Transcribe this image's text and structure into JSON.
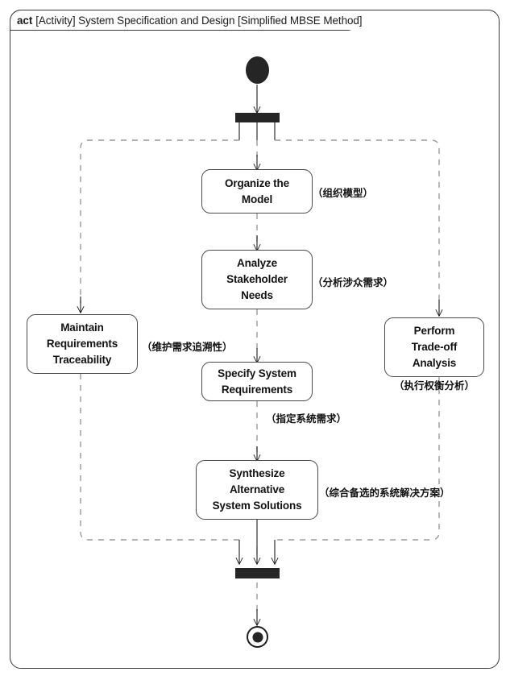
{
  "diagram": {
    "kind_keyword": "act",
    "title": "[Activity] System Specification and Design [Simplified MBSE Method]",
    "type": "uml-activity-diagram",
    "colors": {
      "frame_border": "#3a3a3a",
      "node_border": "#4a4a4a",
      "node_fill": "#ffffff",
      "control_node_fill": "#252525",
      "solid_edge": "#1d1d1d",
      "dashed_edge": "#9a9a9a",
      "text": "#121212"
    }
  },
  "control_nodes": [
    {
      "id": "initial",
      "name": "initial-node",
      "label": ""
    },
    {
      "id": "fork",
      "name": "fork-bar",
      "label": "",
      "outgoing": 3
    },
    {
      "id": "join",
      "name": "join-bar",
      "label": "",
      "incoming": 3
    },
    {
      "id": "final",
      "name": "activity-final-node",
      "label": ""
    }
  ],
  "actions": [
    {
      "id": "organize-the-model",
      "label": "Organize the\nModel",
      "lines": [
        "Organize the",
        "Model"
      ],
      "annotation": "（组织模型）",
      "annotation_position": "right"
    },
    {
      "id": "analyze-stakeholder-needs",
      "label": "Analyze\nStakeholder\nNeeds",
      "lines": [
        "Analyze",
        "Stakeholder",
        "Needs"
      ],
      "annotation": "（分析涉众需求）",
      "annotation_position": "right"
    },
    {
      "id": "specify-system-requirements",
      "label": "Specify System\nRequirements",
      "lines": [
        "Specify System",
        "Requirements"
      ],
      "annotation": "（指定系统需求）",
      "annotation_position": "below-right"
    },
    {
      "id": "synthesize-alternative-system-solutions",
      "label": "Synthesize\nAlternative\nSystem Solutions",
      "lines": [
        "Synthesize",
        "Alternative",
        "System Solutions"
      ],
      "annotation": "（综合备选的系统解决方案）",
      "annotation_position": "right"
    },
    {
      "id": "maintain-requirements-traceability",
      "label": "Maintain\nRequirements\nTraceability",
      "lines": [
        "Maintain",
        "Requirements",
        "Traceability"
      ],
      "annotation": "（维护需求追溯性）",
      "annotation_position": "right"
    },
    {
      "id": "perform-trade-off-analysis",
      "label": "Perform\nTrade-off\nAnalysis",
      "lines": [
        "Perform",
        "Trade-off",
        "Analysis"
      ],
      "annotation": "（执行权衡分析）",
      "annotation_position": "below"
    }
  ],
  "node_text": {
    "organize_line1": "Organize the",
    "organize_line2": "Model",
    "analyze_line1": "Analyze",
    "analyze_line2": "Stakeholder",
    "analyze_line3": "Needs",
    "specify_line1": "Specify System",
    "specify_line2": "Requirements",
    "synthesize_line1": "Synthesize",
    "synthesize_line2": "Alternative",
    "synthesize_line3": "System Solutions",
    "maintain_line1": "Maintain",
    "maintain_line2": "Requirements",
    "maintain_line3": "Traceability",
    "perform_line1": "Perform",
    "perform_line2": "Trade-off",
    "perform_line3": "Analysis"
  },
  "annotations": {
    "organize": "（组织模型）",
    "analyze": "（分析涉众需求）",
    "specify": "（指定系统需求）",
    "synthesize": "（综合备选的系统解决方案）",
    "maintain": "（维护需求追溯性）",
    "perform": "（执行权衡分析）"
  },
  "edges": [
    {
      "from": "initial",
      "to": "fork",
      "style": "solid"
    },
    {
      "from": "fork",
      "to": "maintain-requirements-traceability",
      "style": "dashed"
    },
    {
      "from": "fork",
      "to": "organize-the-model",
      "style": "dashed"
    },
    {
      "from": "fork",
      "to": "perform-trade-off-analysis",
      "style": "dashed"
    },
    {
      "from": "organize-the-model",
      "to": "analyze-stakeholder-needs",
      "style": "dashed"
    },
    {
      "from": "analyze-stakeholder-needs",
      "to": "specify-system-requirements",
      "style": "dashed"
    },
    {
      "from": "specify-system-requirements",
      "to": "synthesize-alternative-system-solutions",
      "style": "dashed"
    },
    {
      "from": "maintain-requirements-traceability",
      "to": "join",
      "style": "dashed"
    },
    {
      "from": "synthesize-alternative-system-solutions",
      "to": "join",
      "style": "dashed"
    },
    {
      "from": "perform-trade-off-analysis",
      "to": "join",
      "style": "dashed"
    },
    {
      "from": "join",
      "to": "final",
      "style": "dashed"
    }
  ]
}
